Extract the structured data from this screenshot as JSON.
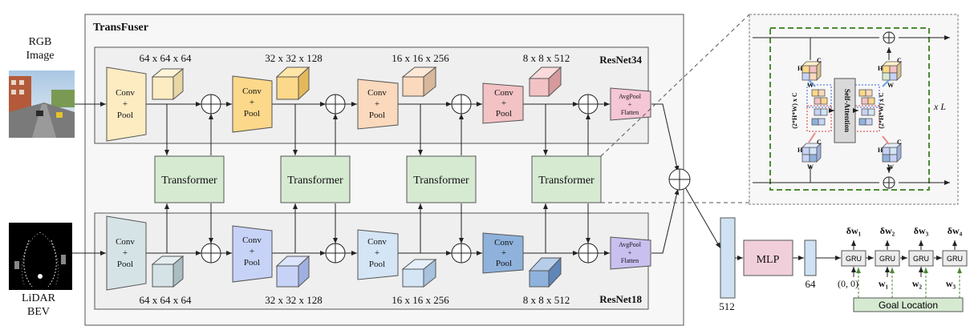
{
  "title": "TransFuser",
  "inputs": {
    "rgb_label_line1": "RGB",
    "rgb_label_line2": "Image",
    "lidar_label_line1": "LiDAR",
    "lidar_label_line2": "BEV"
  },
  "branches": {
    "top_name": "ResNet34",
    "bottom_name": "ResNet18"
  },
  "blocks": {
    "conv_line1": "Conv",
    "conv_line2": "+",
    "conv_line3": "Pool",
    "avgpool_line1": "AvgPool",
    "avgpool_line2": "+",
    "avgpool_line3": "Flatten",
    "transformer": "Transformer"
  },
  "feature_sizes": [
    "64 x 64 x 64",
    "32 x 32 x 128",
    "16 x 16 x 256",
    "8 x 8 x 512"
  ],
  "head": {
    "vec512": "512",
    "mlp": "MLP",
    "vec64": "64",
    "gru": "GRU",
    "outputs": [
      "δw₁",
      "δw₂",
      "δw₃",
      "δw₄"
    ],
    "inputs": [
      "(0, 0)",
      "w₁",
      "w₂",
      "w₃"
    ],
    "goal": "Goal Location"
  },
  "detail": {
    "self_attention": "Self-Attention",
    "token_left": "(2*H*W) x C",
    "token_right": "(2*H*W) x C",
    "H": "H",
    "W": "W",
    "C": "C",
    "repeat": "x L"
  },
  "colors": {
    "top_stages": [
      "#fdecc2",
      "#fcd88a",
      "#fbd9bd",
      "#f3c2c4",
      "#f5c6d6"
    ],
    "bottom_stages": [
      "#d5e3e6",
      "#c7d3f6",
      "#d4e5f6",
      "#8fb2dc",
      "#c9c0ef"
    ],
    "transformer": "#d6ead2",
    "mlp": "#f1cfda",
    "vector": "#cfe2f3",
    "gru": "#ececec",
    "goal": "#d6ead2",
    "dashed_green": "#4e8a35",
    "panel_bg": "#f7f7f7"
  }
}
